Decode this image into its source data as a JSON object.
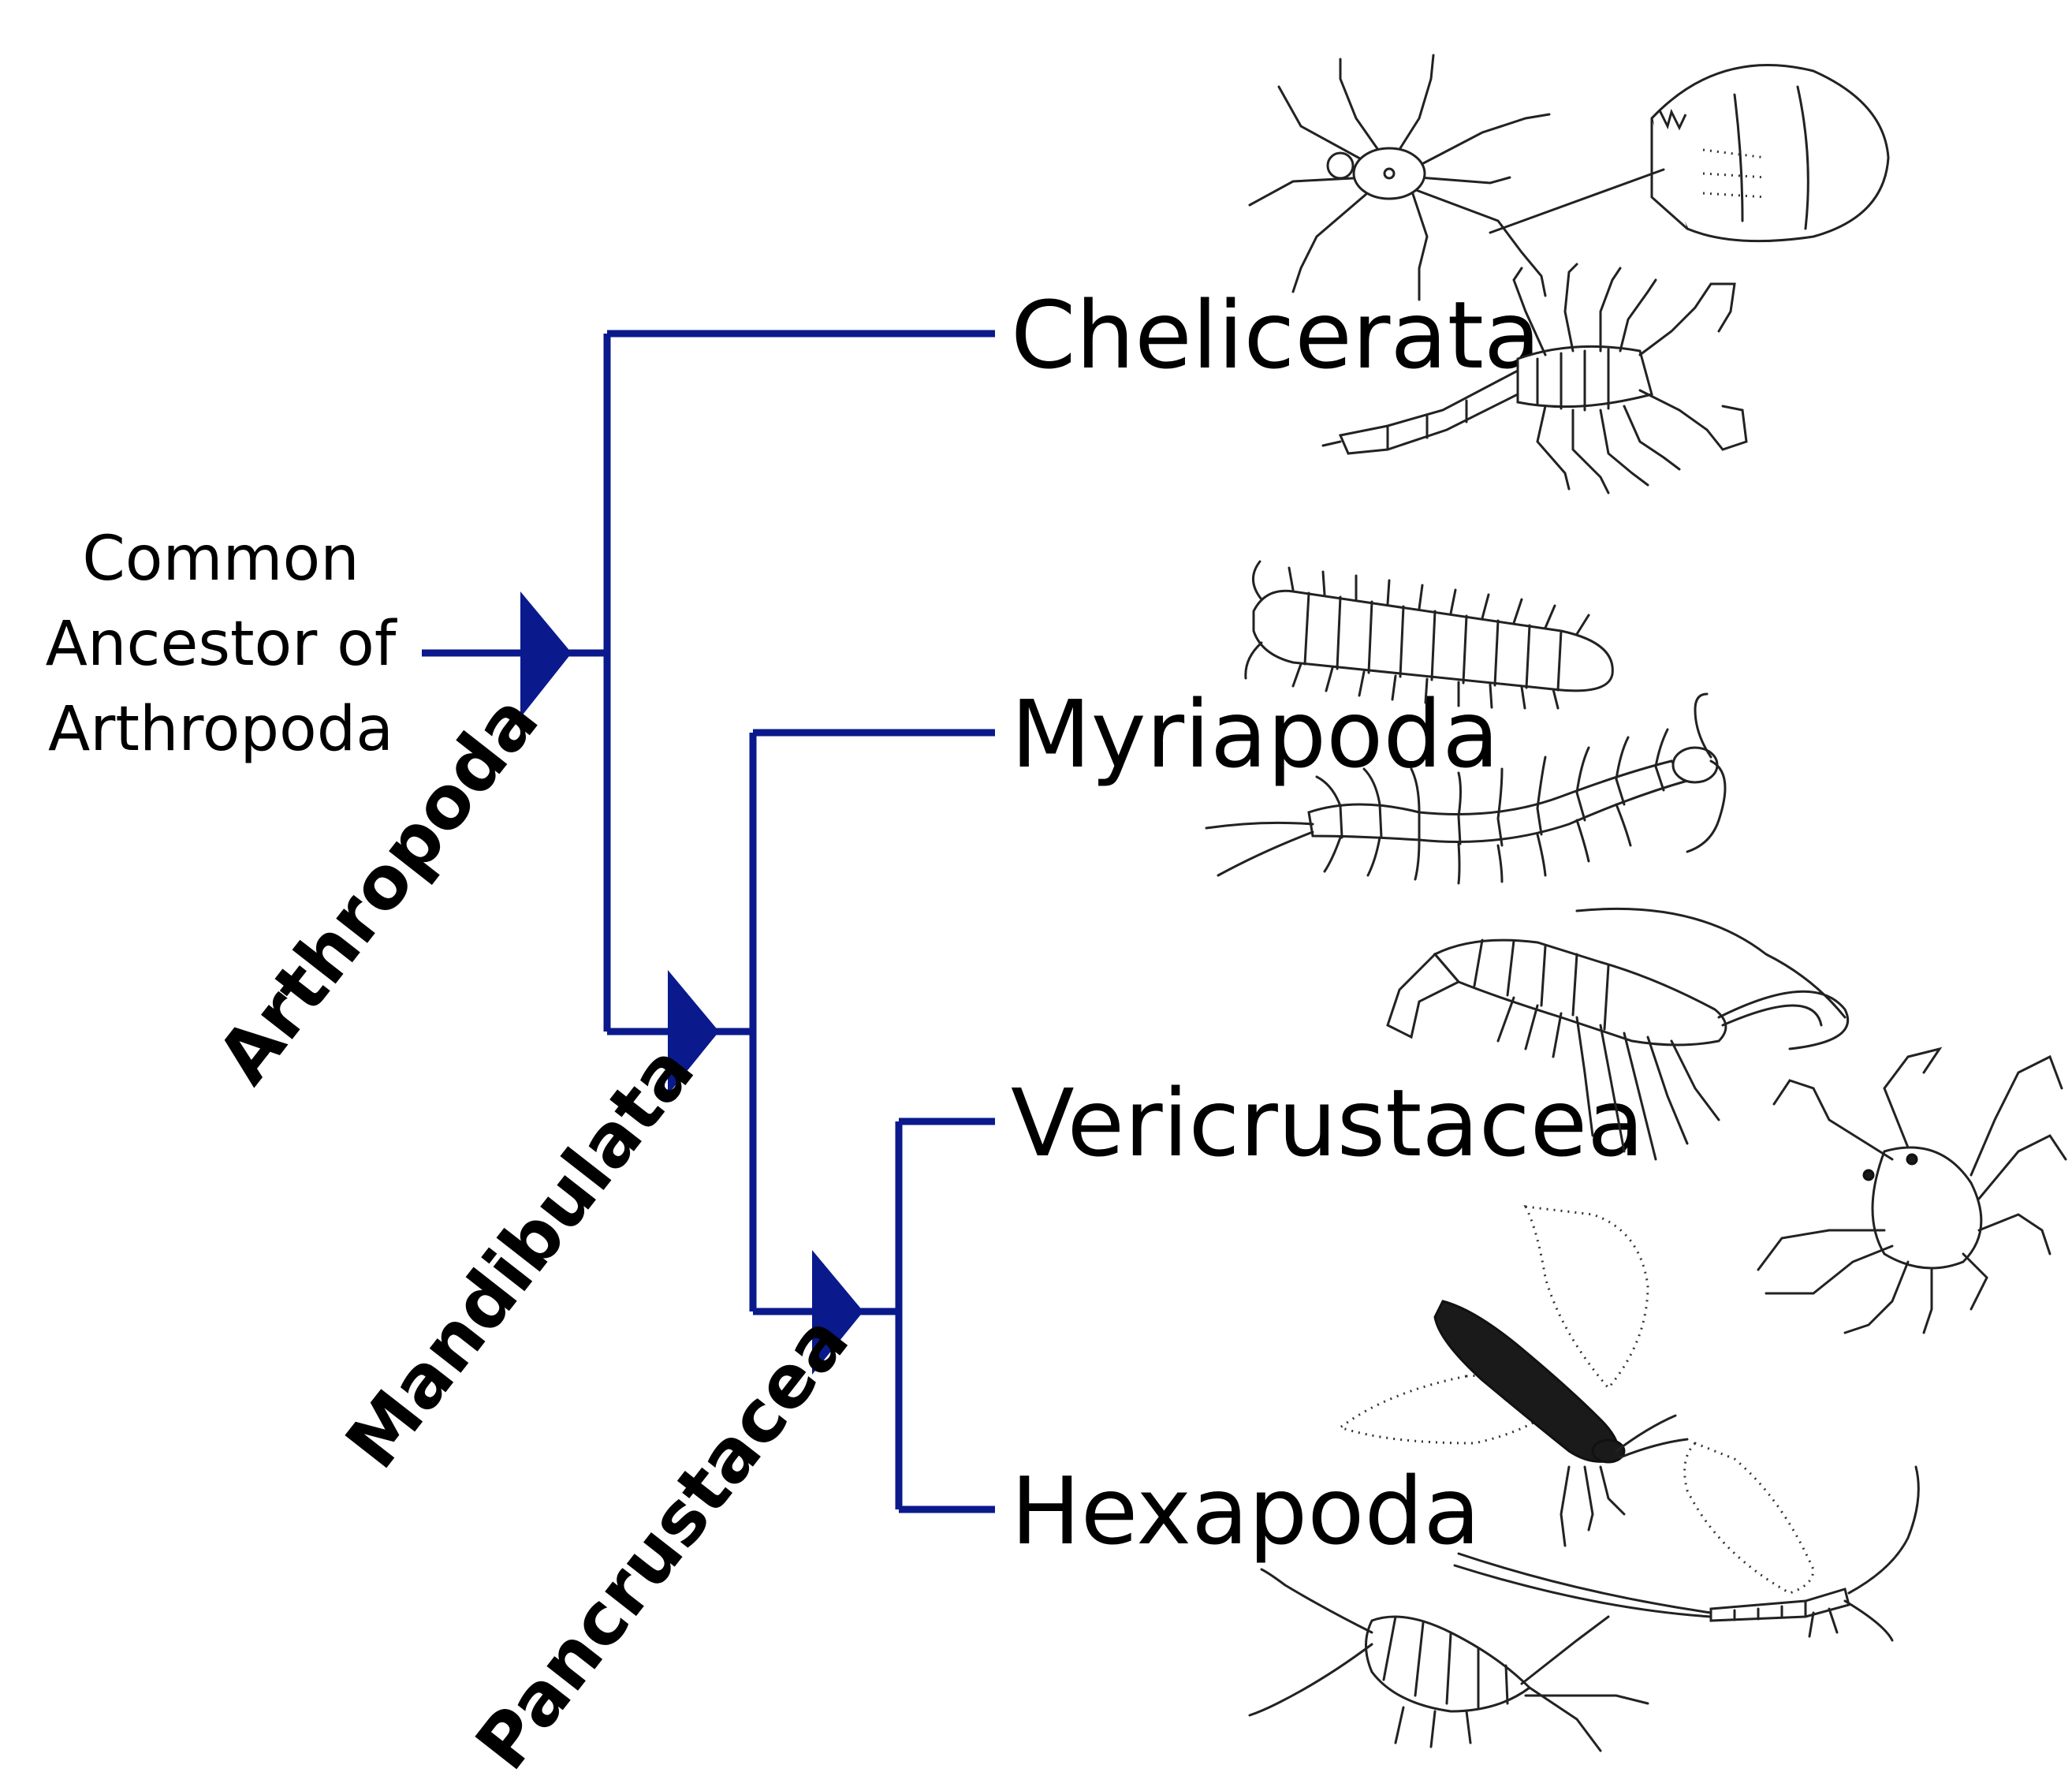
{
  "diagram": {
    "type": "cladogram",
    "root_label": [
      "Common",
      "Ancestor of",
      "Arthropoda"
    ],
    "taxa": [
      {
        "label": "Chelicerata",
        "icon": "spider-horseshoe-crab-scorpion-icon"
      },
      {
        "label": "Myriapoda",
        "icon": "millipede-centipede-icon"
      },
      {
        "label": "Vericrustacea",
        "icon": "shrimp-crab-icon"
      },
      {
        "label": "Hexapoda",
        "icon": "moth-mayfly-silverfish-icon"
      }
    ],
    "clades": [
      {
        "label": "Arthropoda"
      },
      {
        "label": "Mandibulata"
      },
      {
        "label": "Pancrustacea"
      }
    ],
    "branch_color": "#0a1a8c"
  }
}
